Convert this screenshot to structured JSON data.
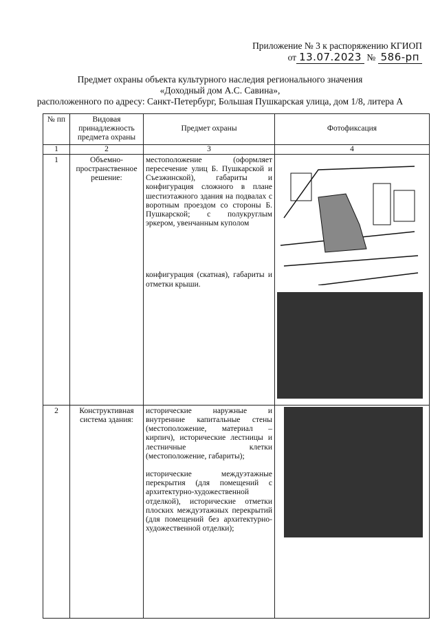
{
  "header": {
    "annex_line": "Приложение № 3 к распоряжению КГИОП",
    "date_prefix": "от",
    "date": "13.07.2023",
    "number_prefix": "№",
    "number": "586-рп"
  },
  "title": {
    "line1": "Предмет охраны объекта культурного наследия регионального значения",
    "line2": "«Доходный дом А.С. Савина»,",
    "line3": "расположенного по адресу: Санкт-Петербург, Большая Пушкарская улица, дом 1/8, литера А"
  },
  "table": {
    "headers": [
      "№ пп",
      "Видовая принадлежность предмета охраны",
      "Предмет охраны",
      "Фотофиксация"
    ],
    "col_numbers": [
      "1",
      "2",
      "3",
      "4"
    ],
    "rows": [
      {
        "n": "1",
        "type": "Объемно-пространственное решение:",
        "items": [
          "местоположение (оформляет пересечение улиц Б. Пушкарской и Съезжинской), габариты и конфигурация сложного в плане шестиэтажного здания на подвалах с воротным проездом со стороны Б. Пушкарской; с полукруглым эркером, увенчанным куполом",
          "конфигурация (скатная), габариты и отметки крыши."
        ]
      },
      {
        "n": "2",
        "type": "Конструктивная система здания:",
        "items": [
          "исторические наружные и внутренние капитальные стены (местоположение, материал – кирпич), исторические лестницы и лестничные клетки (местоположение, габариты);",
          "исторические междуэтажные перекрытия (для помещений с архитектурно-художественной отделкой), исторические отметки плоских междуэтажных перекрытий (для помещений без архитектурно-художественной отделки);"
        ]
      }
    ]
  }
}
